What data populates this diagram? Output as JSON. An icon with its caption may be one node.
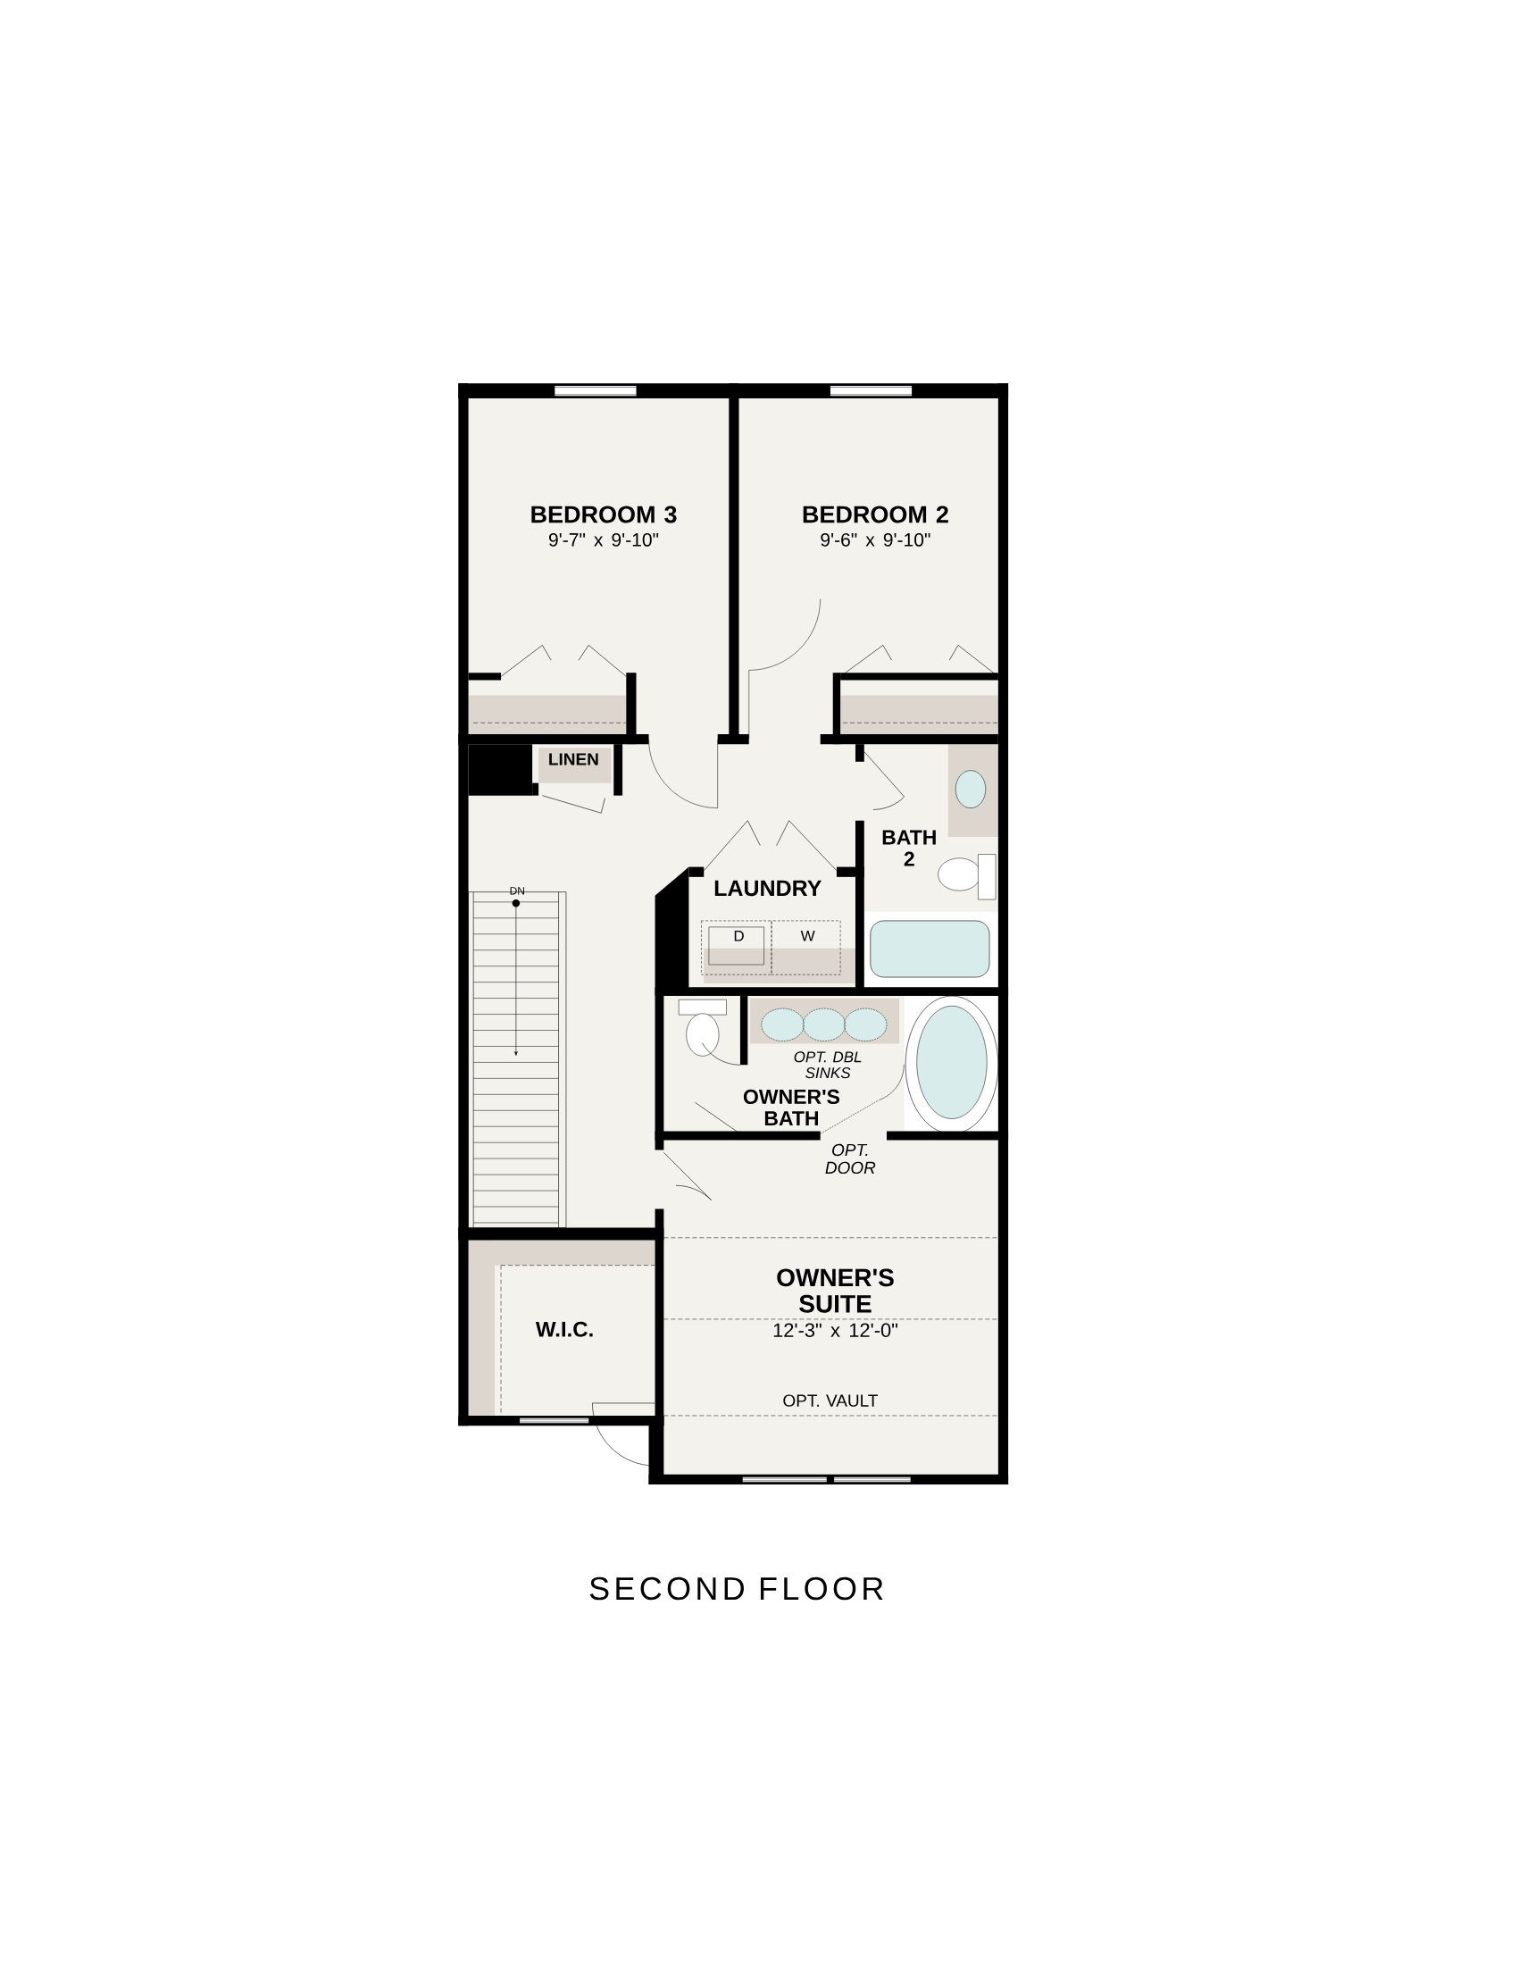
{
  "diagram": {
    "title": "SECOND FLOOR",
    "nodes": [
      {
        "text": [
          "BEDROOM 3",
          "9'-7\" x 9'-10\""
        ]
      },
      {
        "text": [
          "BEDROOM 2",
          "9'-6\" x 9'-10\""
        ]
      },
      {
        "text": [
          "LINEN"
        ]
      },
      {
        "text": [
          "LAUNDRY"
        ]
      },
      {
        "text": [
          "BATH 2"
        ]
      },
      {
        "text": [
          "OWNER'S BATH"
        ]
      },
      {
        "text": [
          "OWNER'S SUITE",
          "12'-3\" x 12'-0\""
        ]
      },
      {
        "text": [
          "W.I.C."
        ]
      }
    ],
    "labels": [
      "DN",
      "D",
      "W",
      "OPT. DBL SINKS",
      "OPT. DOOR",
      "OPT. VAULT"
    ]
  }
}
